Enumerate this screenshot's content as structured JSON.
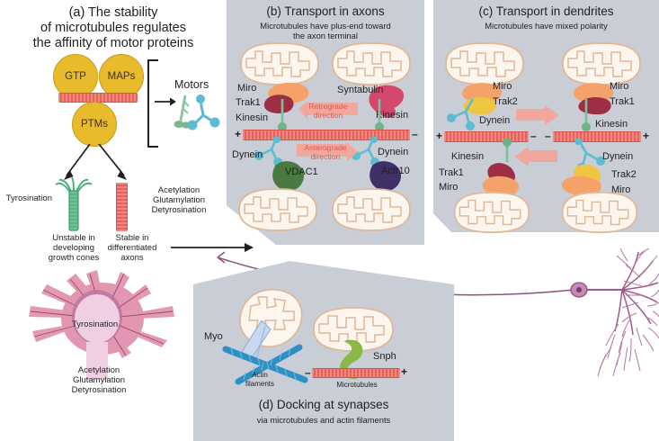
{
  "figure": {
    "background": "#ffffff",
    "panel_background": "#c9ced6"
  },
  "panel_a": {
    "title_line1": "(a) The stability",
    "title_line2": "of microtubules regulates",
    "title_line3": "the affinity of motor proteins",
    "circles": [
      {
        "label": "GTP"
      },
      {
        "label": "MAPs"
      },
      {
        "label": "PTMs"
      }
    ],
    "motors_label": "Motors",
    "tyrosination_label": "Tyrosination",
    "unstable_line1": "Unstable in",
    "unstable_line2": "developing",
    "unstable_line3": "growth cones",
    "stable_line1": "Stable in",
    "stable_line2": "differentiated",
    "stable_line3": "axons",
    "ptm_list_line1": "Acetylation",
    "ptm_list_line2": "Glutamylation",
    "ptm_list_line3": "Detyrosination",
    "soma_label": "Tyrosination",
    "soma_ptm_line1": "Acetylation",
    "soma_ptm_line2": "Glutamylation",
    "soma_ptm_line3": "Detyrosination",
    "colors": {
      "circle_fill": "#e8bb2d",
      "unstable_mt": "#4fb07a",
      "stable_mt": "#e8605a",
      "soma": "#e79ab5"
    }
  },
  "panel_b": {
    "title": "(b) Transport in axons",
    "subtitle_line1": "Microtubules have plus-end toward",
    "subtitle_line2": "the axon terminal",
    "left_adaptors": [
      "Miro",
      "Trak1"
    ],
    "left_kinesin": "Kinesin",
    "left_dynein": "Dynein",
    "left_anchor": "VDAC1",
    "right_adaptor": "Syntabulin",
    "right_kinesin": "Kinesin",
    "right_dynein": "Dynein",
    "right_anchor": "Actr10",
    "direction_retrograde_line1": "Retrograde",
    "direction_retrograde_line2": "direction",
    "direction_anterograde_line1": "Anterograde",
    "direction_anterograde_line2": "direction",
    "polarity_plus": "+",
    "polarity_minus": "–",
    "direction_color": "#d95b52"
  },
  "panel_c": {
    "title": "(c) Transport in dendrites",
    "subtitle": "Microtubules have mixed polarity",
    "left_top_adaptors": [
      "Miro",
      "Trak2"
    ],
    "left_top_motor": "Dynein",
    "left_bottom_motor": "Kinesin",
    "left_bottom_adaptors": [
      "Trak1",
      "Miro"
    ],
    "right_top_adaptors": [
      "Miro",
      "Trak1"
    ],
    "right_top_motor": "Kinesin",
    "right_bottom_motor": "Dynein",
    "right_bottom_adaptors": [
      "Trak2",
      "Miro"
    ],
    "left_mt_plus": "+",
    "left_mt_minus": "–",
    "right_mt_minus": "–",
    "right_mt_plus": "+",
    "arrow_color": "#f2a79c"
  },
  "panel_d": {
    "title": "(d) Docking at synapses",
    "subtitle": "via microtubules and actin filaments",
    "myo_label": "Myo",
    "actin_line1": "Actin",
    "actin_line2": "filaments",
    "snph_label": "Snph",
    "microtubules_label": "Microtubules",
    "colors": {
      "actin": "#2e8fc4",
      "snph": "#8cb84a",
      "myo": "#c8d9ef"
    }
  },
  "neuron": {
    "color": "#a05a8c"
  }
}
